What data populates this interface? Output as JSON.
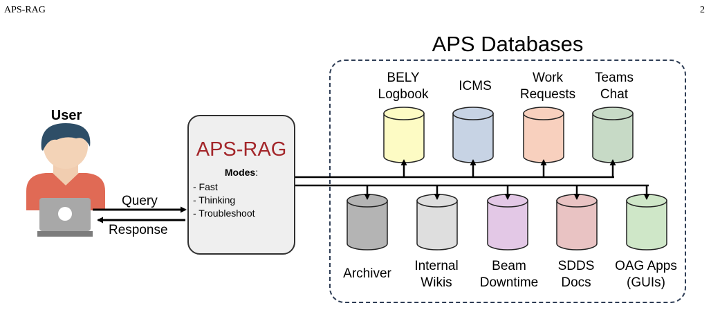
{
  "header": {
    "running_title": "APS-RAG",
    "page_number": "2"
  },
  "user": {
    "label": "User"
  },
  "flow": {
    "query": "Query",
    "response": "Response"
  },
  "rag": {
    "title": "APS-RAG",
    "modes_label": "Modes",
    "modes_colon": ":",
    "modes": [
      "- Fast",
      "- Thinking",
      "- Troubleshoot"
    ],
    "title_color": "#a3262a"
  },
  "databases": {
    "title": "APS Databases",
    "top_row": [
      {
        "line1": "BELY",
        "line2": "Logbook",
        "color": "#fdfbc4"
      },
      {
        "line1": "ICMS",
        "line2": "",
        "color": "#c7d3e4"
      },
      {
        "line1": "Work",
        "line2": "Requests",
        "color": "#f8d0be"
      },
      {
        "line1": "Teams",
        "line2": "Chat",
        "color": "#c7dac6"
      }
    ],
    "bottom_row": [
      {
        "line1": "Archiver",
        "line2": "",
        "color": "#b4b4b4"
      },
      {
        "line1": "Internal",
        "line2": "Wikis",
        "color": "#dedede"
      },
      {
        "line1": "Beam",
        "line2": "Downtime",
        "color": "#e3c8e6"
      },
      {
        "line1": "SDDS",
        "line2": "Docs",
        "color": "#e9c3c3"
      },
      {
        "line1": "OAG Apps",
        "line2": "(GUIs)",
        "color": "#cfe7c8"
      }
    ]
  }
}
